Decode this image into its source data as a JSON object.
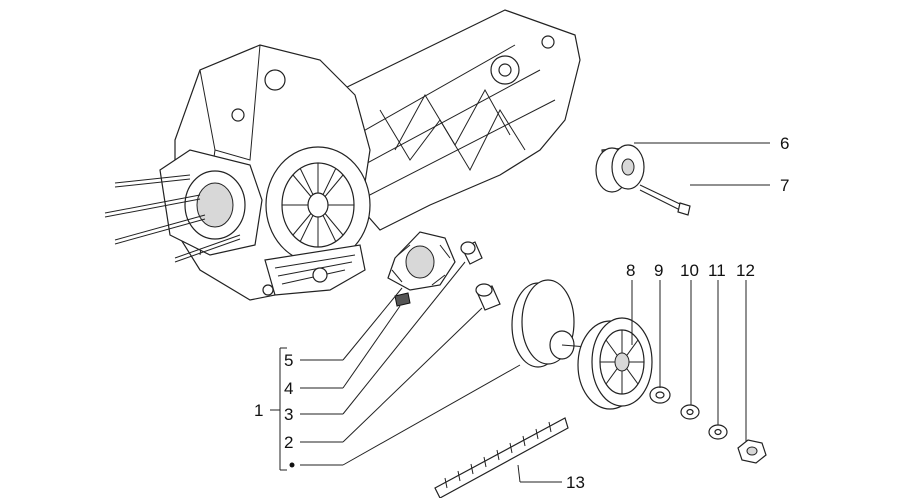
{
  "callouts": [
    {
      "id": "1",
      "text": "1"
    },
    {
      "id": "2",
      "text": "2"
    },
    {
      "id": "3",
      "text": "3"
    },
    {
      "id": "4",
      "text": "4"
    },
    {
      "id": "5",
      "text": "5"
    },
    {
      "id": "6",
      "text": "6"
    },
    {
      "id": "7",
      "text": "7"
    },
    {
      "id": "8",
      "text": "8"
    },
    {
      "id": "9",
      "text": "9"
    },
    {
      "id": "10",
      "text": "10"
    },
    {
      "id": "11",
      "text": "11"
    },
    {
      "id": "12",
      "text": "12"
    },
    {
      "id": "13",
      "text": "13"
    }
  ],
  "colors": {
    "ink": "#222222",
    "background": "#ffffff",
    "shade": "#d8d8d8"
  }
}
